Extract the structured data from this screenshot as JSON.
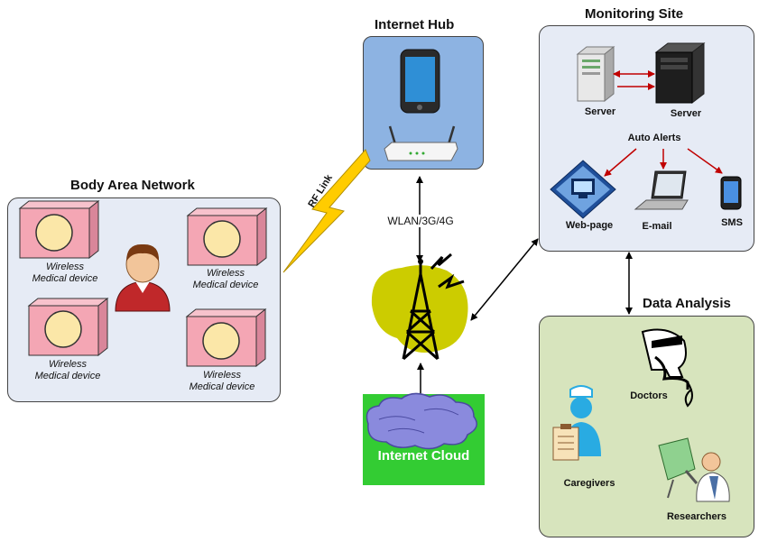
{
  "ban": {
    "title": "Body Area Network",
    "devices": [
      {
        "line1": "Wireless",
        "line2": "Medical device"
      },
      {
        "line1": "Wireless",
        "line2": "Medical device"
      },
      {
        "line1": "Wireless",
        "line2": "Medical device"
      },
      {
        "line1": "Wireless",
        "line2": "Medical device"
      }
    ]
  },
  "rf_link": "RF Link",
  "hub": {
    "title": "Internet Hub"
  },
  "wlan": "WLAN/3G/4G",
  "cloud": "Internet Cloud",
  "monitoring": {
    "title": "Monitoring Site",
    "server1": "Server",
    "server2": "Server",
    "auto_alerts": "Auto Alerts",
    "webpage": "Web-page",
    "email": "E-mail",
    "sms": "SMS"
  },
  "analysis": {
    "title": "Data Analysis",
    "doctors": "Doctors",
    "caregivers": "Caregivers",
    "researchers": "Researchers"
  },
  "colors": {
    "ban_panel": "#e6ebf5",
    "hub_panel": "#8db3e2",
    "monitor_panel": "#e6ebf5",
    "analysis_panel": "#d7e4bd",
    "device": "#f4a6b4",
    "cloud_bg": "#33cc33",
    "tower_blob": "#cccc00",
    "rf_bolt": "#ffcc00",
    "alert_arrow": "#c00000"
  }
}
